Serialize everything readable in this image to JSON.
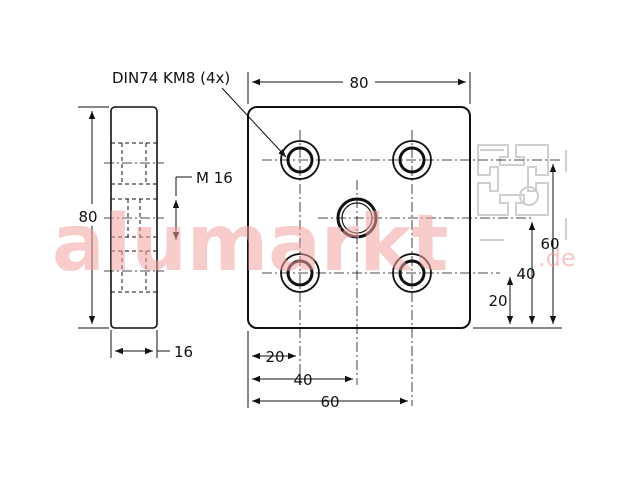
{
  "drawing": {
    "callout_thread": "DIN74 KM8 (4x)",
    "callout_center": "M 16",
    "dim_top_width": "80",
    "dim_side_height": "80",
    "dim_side_thickness": "16",
    "dim_bottom_20": "20",
    "dim_bottom_40": "40",
    "dim_bottom_60": "60",
    "dim_right_20": "20",
    "dim_right_40": "40",
    "dim_right_60": "60"
  },
  "watermark": {
    "brand": "alumarkt",
    "tld": ".de",
    "color": "#f5a3a3"
  },
  "colors": {
    "line": "#111111",
    "profile_outline": "#c8c8c8"
  }
}
